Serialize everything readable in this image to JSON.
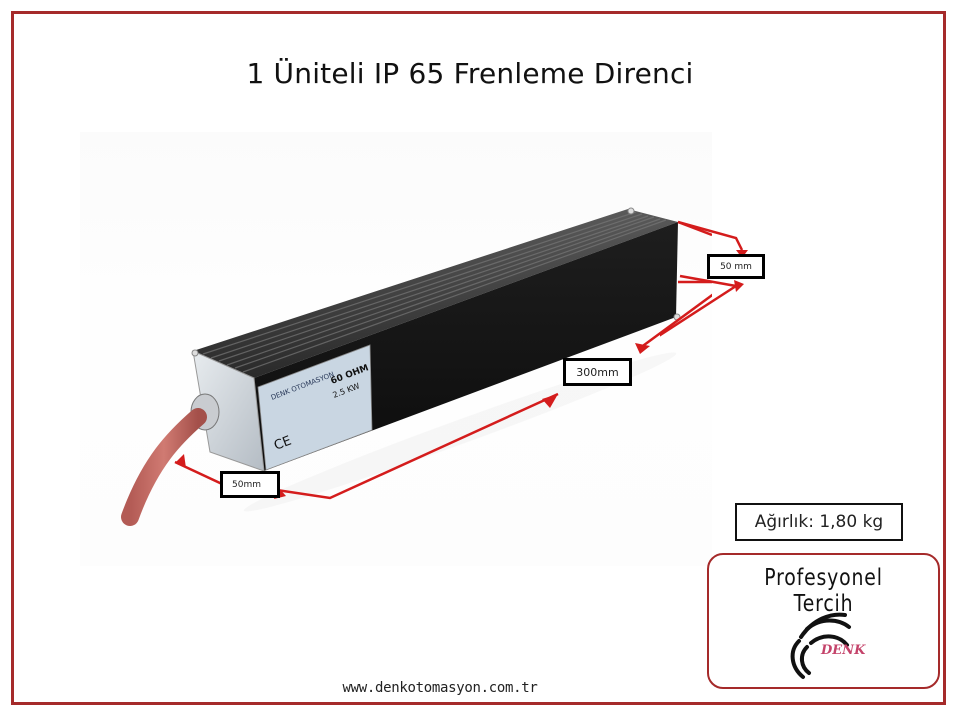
{
  "slide": {
    "title": "1 Üniteli IP 65 Frenleme Direnci",
    "frame_color": "#a52a2a"
  },
  "product_photo": {
    "description": "IP65 braking resistor, black finned aluminum body with silver end cap, red cable",
    "nameplate": {
      "brand": "DENK OTOMASYON",
      "resistance": "60 OHM",
      "power": "2.5 KW",
      "mark": "CE"
    }
  },
  "dimensions": {
    "height_label": "50 mm",
    "length_label": "300mm",
    "width_label": "50mm",
    "arrow_color": "#d41c1c"
  },
  "weight": {
    "label": "Ağırlık: 1,80 kg"
  },
  "brand": {
    "slogan": "Profesyonel  Tercih",
    "name": "DENK",
    "name_color": "#c4436a",
    "border_color": "#a52a2a"
  },
  "footer": {
    "website": "www.denkotomasyon.com.tr"
  }
}
